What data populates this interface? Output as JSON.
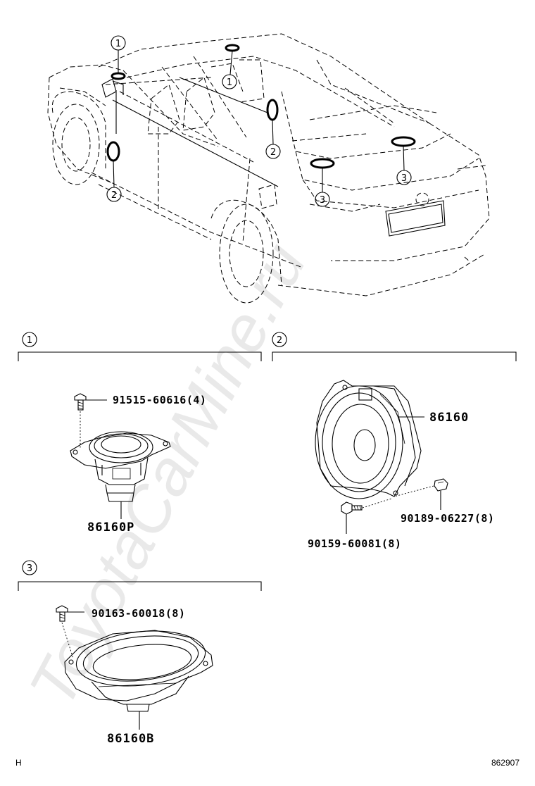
{
  "watermark": "ToyotaCarMine.ru",
  "callouts": {
    "one": "1",
    "two": "2",
    "three": "3"
  },
  "groups": [
    {
      "id": "1",
      "parts": [
        {
          "label": "91515-60616(4)",
          "name": "screw"
        },
        {
          "label": "86160P",
          "name": "tweeter-speaker"
        }
      ]
    },
    {
      "id": "2",
      "parts": [
        {
          "label": "86160",
          "name": "door-speaker"
        },
        {
          "label": "90189-06227(8)",
          "name": "nut"
        },
        {
          "label": "90159-60081(8)",
          "name": "screw"
        }
      ]
    },
    {
      "id": "3",
      "parts": [
        {
          "label": "90163-60018(8)",
          "name": "screw"
        },
        {
          "label": "86160B",
          "name": "rear-speaker"
        }
      ]
    }
  ],
  "footer": {
    "left": "H",
    "right": "862907"
  }
}
